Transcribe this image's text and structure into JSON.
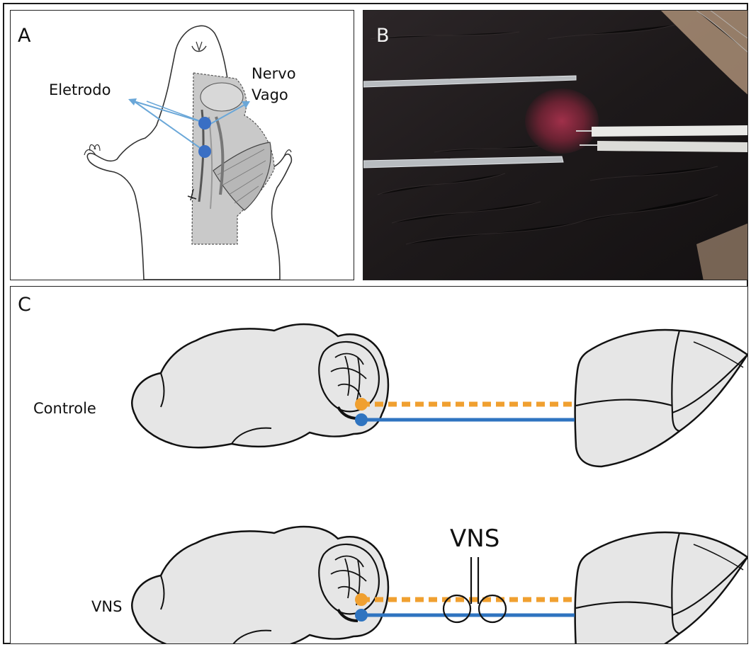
{
  "panel_a": {
    "letter": "A",
    "electrode_label": "Eletrodo",
    "nerve_label_line1": "Nervo",
    "nerve_label_line2": "Vago",
    "electrode_color": "#3a6fc4",
    "arrow_color": "#6aa7d8"
  },
  "panel_b": {
    "letter": "B"
  },
  "panel_c": {
    "letter": "C",
    "control_label": "Controle",
    "vns_row_label": "VNS",
    "stimulator_label": "VNS",
    "dashed_line_color": "#f0a030",
    "solid_line_color": "#2f74c0",
    "organ_fill": "#e6e6e6"
  }
}
